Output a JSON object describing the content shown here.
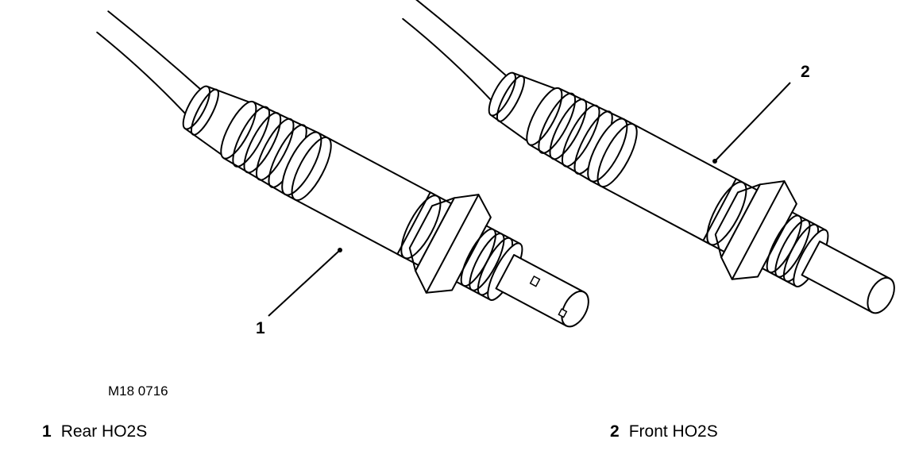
{
  "figure": {
    "reference": "M18 0716",
    "colors": {
      "line": "#000000",
      "background": "#ffffff"
    },
    "sensors": [
      {
        "number": "1",
        "label": "Rear HO2S",
        "probe_icon": "rear-ho2s-sensor-icon"
      },
      {
        "number": "2",
        "label": "Front HO2S",
        "probe_icon": "front-ho2s-sensor-icon"
      }
    ]
  }
}
